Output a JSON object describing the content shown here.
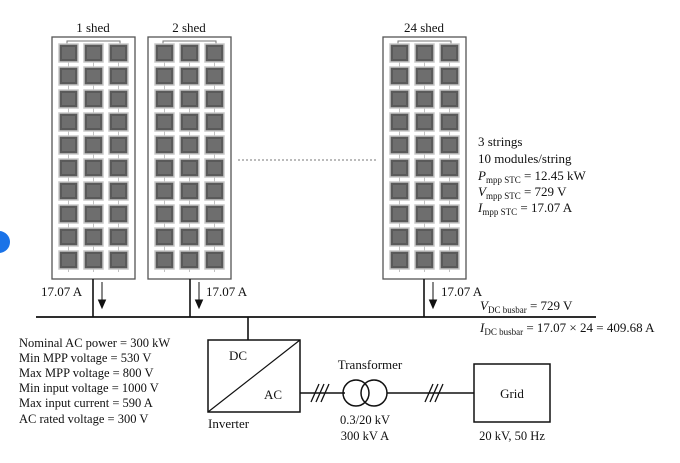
{
  "sheds": [
    {
      "label": "1 shed",
      "current": "17.07 A"
    },
    {
      "label": "2 shed",
      "current": "17.07 A"
    },
    {
      "label": "24 shed",
      "current": "17.07 A"
    }
  ],
  "array_info": {
    "strings": "3 strings",
    "modules": "10 modules/string",
    "p_sym": "P",
    "p_sub": "mpp STC",
    "p_val": " = 12.45 kW",
    "v_sym": "V",
    "v_sub": "mpp STC",
    "v_val": " = 729 V",
    "i_sym": "I",
    "i_sub": "mpp STC",
    "i_val": " = 17.07 A"
  },
  "busbar": {
    "v_sym": "V",
    "v_sub": "DC busbar",
    "v_val": " = 729 V",
    "i_sym": "I",
    "i_sub": "DC busbar",
    "i_val": " = 17.07 × 24 = 409.68 A"
  },
  "inverter": {
    "dc": "DC",
    "ac": "AC",
    "label": "Inverter",
    "specs": [
      "Nominal AC power = 300 kW",
      "Min MPP voltage = 530 V",
      "Max MPP voltage = 800 V",
      "Min input voltage = 1000 V",
      "Max input current = 590 A",
      "AC rated voltage = 300 V"
    ]
  },
  "transformer": {
    "label": "Transformer",
    "ratio": "0.3/20 kV",
    "rating": "300 kV A"
  },
  "grid": {
    "label": "Grid",
    "spec": "20 kV, 50 Hz"
  },
  "colors": {
    "module_fill": "#5a5a5a",
    "module_border": "#c8c8c8",
    "frame": "#555555",
    "badge": "#1a73e8"
  }
}
